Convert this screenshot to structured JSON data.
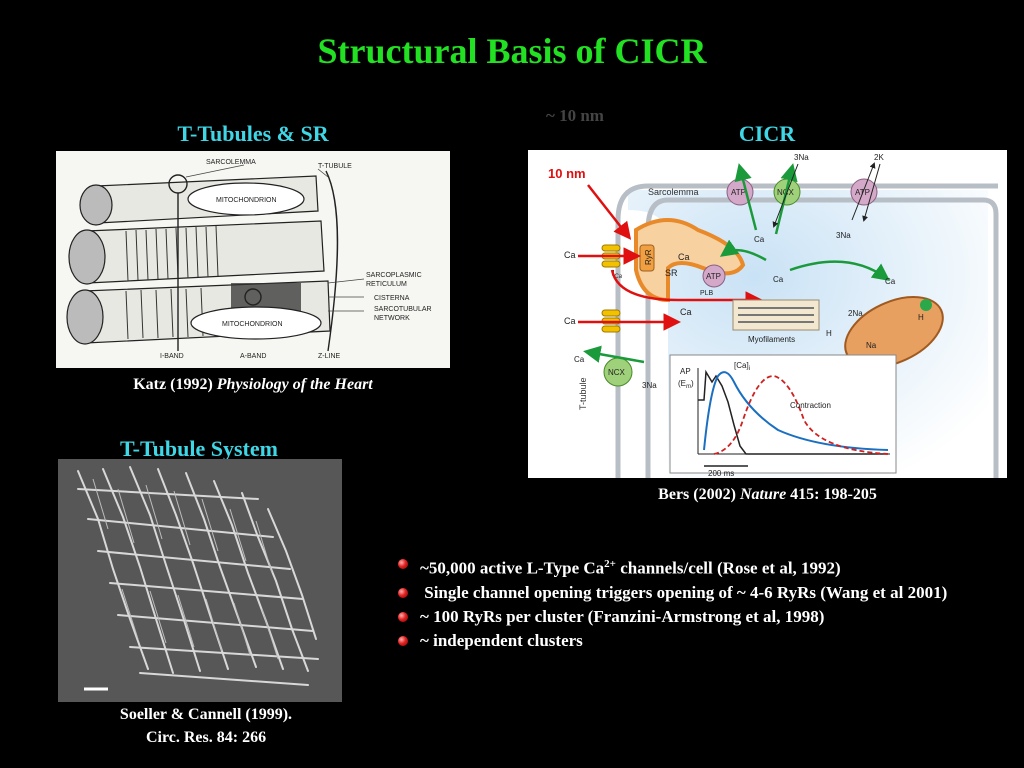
{
  "slide": {
    "title": "Structural Basis of CICR",
    "faint_label": "~ 10 nm"
  },
  "left_panel": {
    "heading": "T-Tubules & SR",
    "caption_prefix": "Katz (1992) ",
    "caption_italic": "Physiology of the Heart",
    "labels": {
      "sarcolemma": "SARCOLEMMA",
      "t_tubule": "T-TUBULE",
      "mito_top": "MITOCHONDRION",
      "mito_bottom": "MITOCHONDRION",
      "sarcoplasmic": "SARCOPLASMIC",
      "reticulum": "RETICULUM",
      "cisterna": "CISTERNA",
      "sarcotubular": "SARCOTUBULAR",
      "network": "NETWORK",
      "i_band": "I-BAND",
      "a_band": "A-BAND",
      "z_line": "Z-LINE"
    }
  },
  "tubule_panel": {
    "heading": "T-Tubule System",
    "caption_line1": "Soeller & Cannell (1999).",
    "caption_line2": "Circ. Res. 84: 266"
  },
  "cicr_panel": {
    "heading": "CICR",
    "caption_prefix": "Bers (2002) ",
    "caption_italic": "Nature",
    "caption_suffix": " 415: 198-205",
    "labels": {
      "ten_nm": "10 nm",
      "sarcolemma": "Sarcolemma",
      "atp": "ATP",
      "ncx": "NCX",
      "three_na": "3Na",
      "two_k": "2K",
      "ca": "Ca",
      "ryr": "RyR",
      "sr": "SR",
      "plb": "PLB",
      "ica": "I",
      "ica_sub": "Ca",
      "myofilaments": "Myofilaments",
      "two_na": "2Na",
      "h": "H",
      "na": "Na",
      "t_tubule": "T-tubule",
      "ap": "AP",
      "em": "(E",
      "em_sub": "m",
      "em_close": ")",
      "cai": "[Ca]",
      "cai_sub": "i",
      "contraction": "Contraction",
      "scale": "200 ms"
    }
  },
  "bullets": [
    {
      "text": "~50,000 active L-Type Ca",
      "sup": "2+",
      "after": " channels/cell (Rose et al, 1992)"
    },
    {
      "text": " Single channel opening triggers opening of ~ 4-6 RyRs (Wang et al 2001)",
      "sup": "",
      "after": ""
    },
    {
      "text": "~ 100 RyRs per cluster (Franzini-Armstrong et al, 1998)",
      "sup": "",
      "after": ""
    },
    {
      "text": "~ independent clusters",
      "sup": "",
      "after": ""
    }
  ],
  "colors": {
    "title": "#22e022",
    "heading": "#3fd6e6",
    "bullet": "#e02020",
    "arrow_red": "#e01010",
    "arrow_green": "#1a9a3a",
    "sr_orange": "#f0a040",
    "ap_blue": "#1a6fc0",
    "ca_red": "#d02020"
  }
}
